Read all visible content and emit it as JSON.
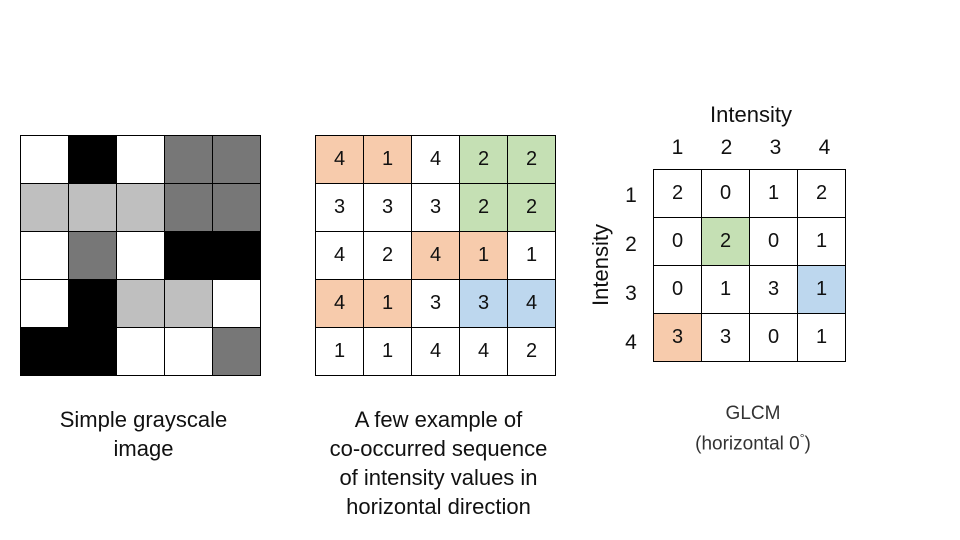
{
  "colors": {
    "white": "#ffffff",
    "black": "#000000",
    "dark_gray": "#777777",
    "light_gray": "#bfbfbf",
    "orange": "#f7cbac",
    "green": "#c5e0b4",
    "blue": "#bdd7ee"
  },
  "grayscale_image": {
    "rows": [
      [
        "white",
        "black",
        "white",
        "dark_gray",
        "dark_gray"
      ],
      [
        "light_gray",
        "light_gray",
        "light_gray",
        "dark_gray",
        "dark_gray"
      ],
      [
        "white",
        "dark_gray",
        "white",
        "black",
        "black"
      ],
      [
        "white",
        "black",
        "light_gray",
        "light_gray",
        "white"
      ],
      [
        "black",
        "black",
        "white",
        "white",
        "dark_gray"
      ]
    ],
    "caption_line1": "Simple grayscale",
    "caption_line2": "image"
  },
  "sequence_grid": {
    "values": [
      [
        "4",
        "1",
        "4",
        "2",
        "2"
      ],
      [
        "3",
        "3",
        "3",
        "2",
        "2"
      ],
      [
        "4",
        "2",
        "4",
        "1",
        "1"
      ],
      [
        "4",
        "1",
        "3",
        "3",
        "4"
      ],
      [
        "1",
        "1",
        "4",
        "4",
        "2"
      ]
    ],
    "highlights": [
      [
        "orange",
        "orange",
        "white",
        "green",
        "green"
      ],
      [
        "white",
        "white",
        "white",
        "green",
        "green"
      ],
      [
        "white",
        "white",
        "orange",
        "orange",
        "white"
      ],
      [
        "orange",
        "orange",
        "white",
        "blue",
        "blue"
      ],
      [
        "white",
        "white",
        "white",
        "white",
        "white"
      ]
    ],
    "caption_lines": [
      "A few example of",
      "co-occurred sequence",
      "of intensity values in",
      "horizontal direction"
    ]
  },
  "glcm": {
    "top_title": "Intensity",
    "side_title": "Intensity",
    "col_labels": [
      "1",
      "2",
      "3",
      "4"
    ],
    "row_labels": [
      "1",
      "2",
      "3",
      "4"
    ],
    "values": [
      [
        "2",
        "0",
        "1",
        "2"
      ],
      [
        "0",
        "2",
        "0",
        "1"
      ],
      [
        "0",
        "1",
        "3",
        "1"
      ],
      [
        "3",
        "3",
        "0",
        "1"
      ]
    ],
    "highlights": [
      [
        "white",
        "white",
        "white",
        "white"
      ],
      [
        "white",
        "green",
        "white",
        "white"
      ],
      [
        "white",
        "white",
        "white",
        "blue"
      ],
      [
        "orange",
        "white",
        "white",
        "white"
      ]
    ],
    "caption_line1": "GLCM",
    "caption_line2": "(horizontal 0",
    "caption_degree": "°",
    "caption_close": ")"
  }
}
